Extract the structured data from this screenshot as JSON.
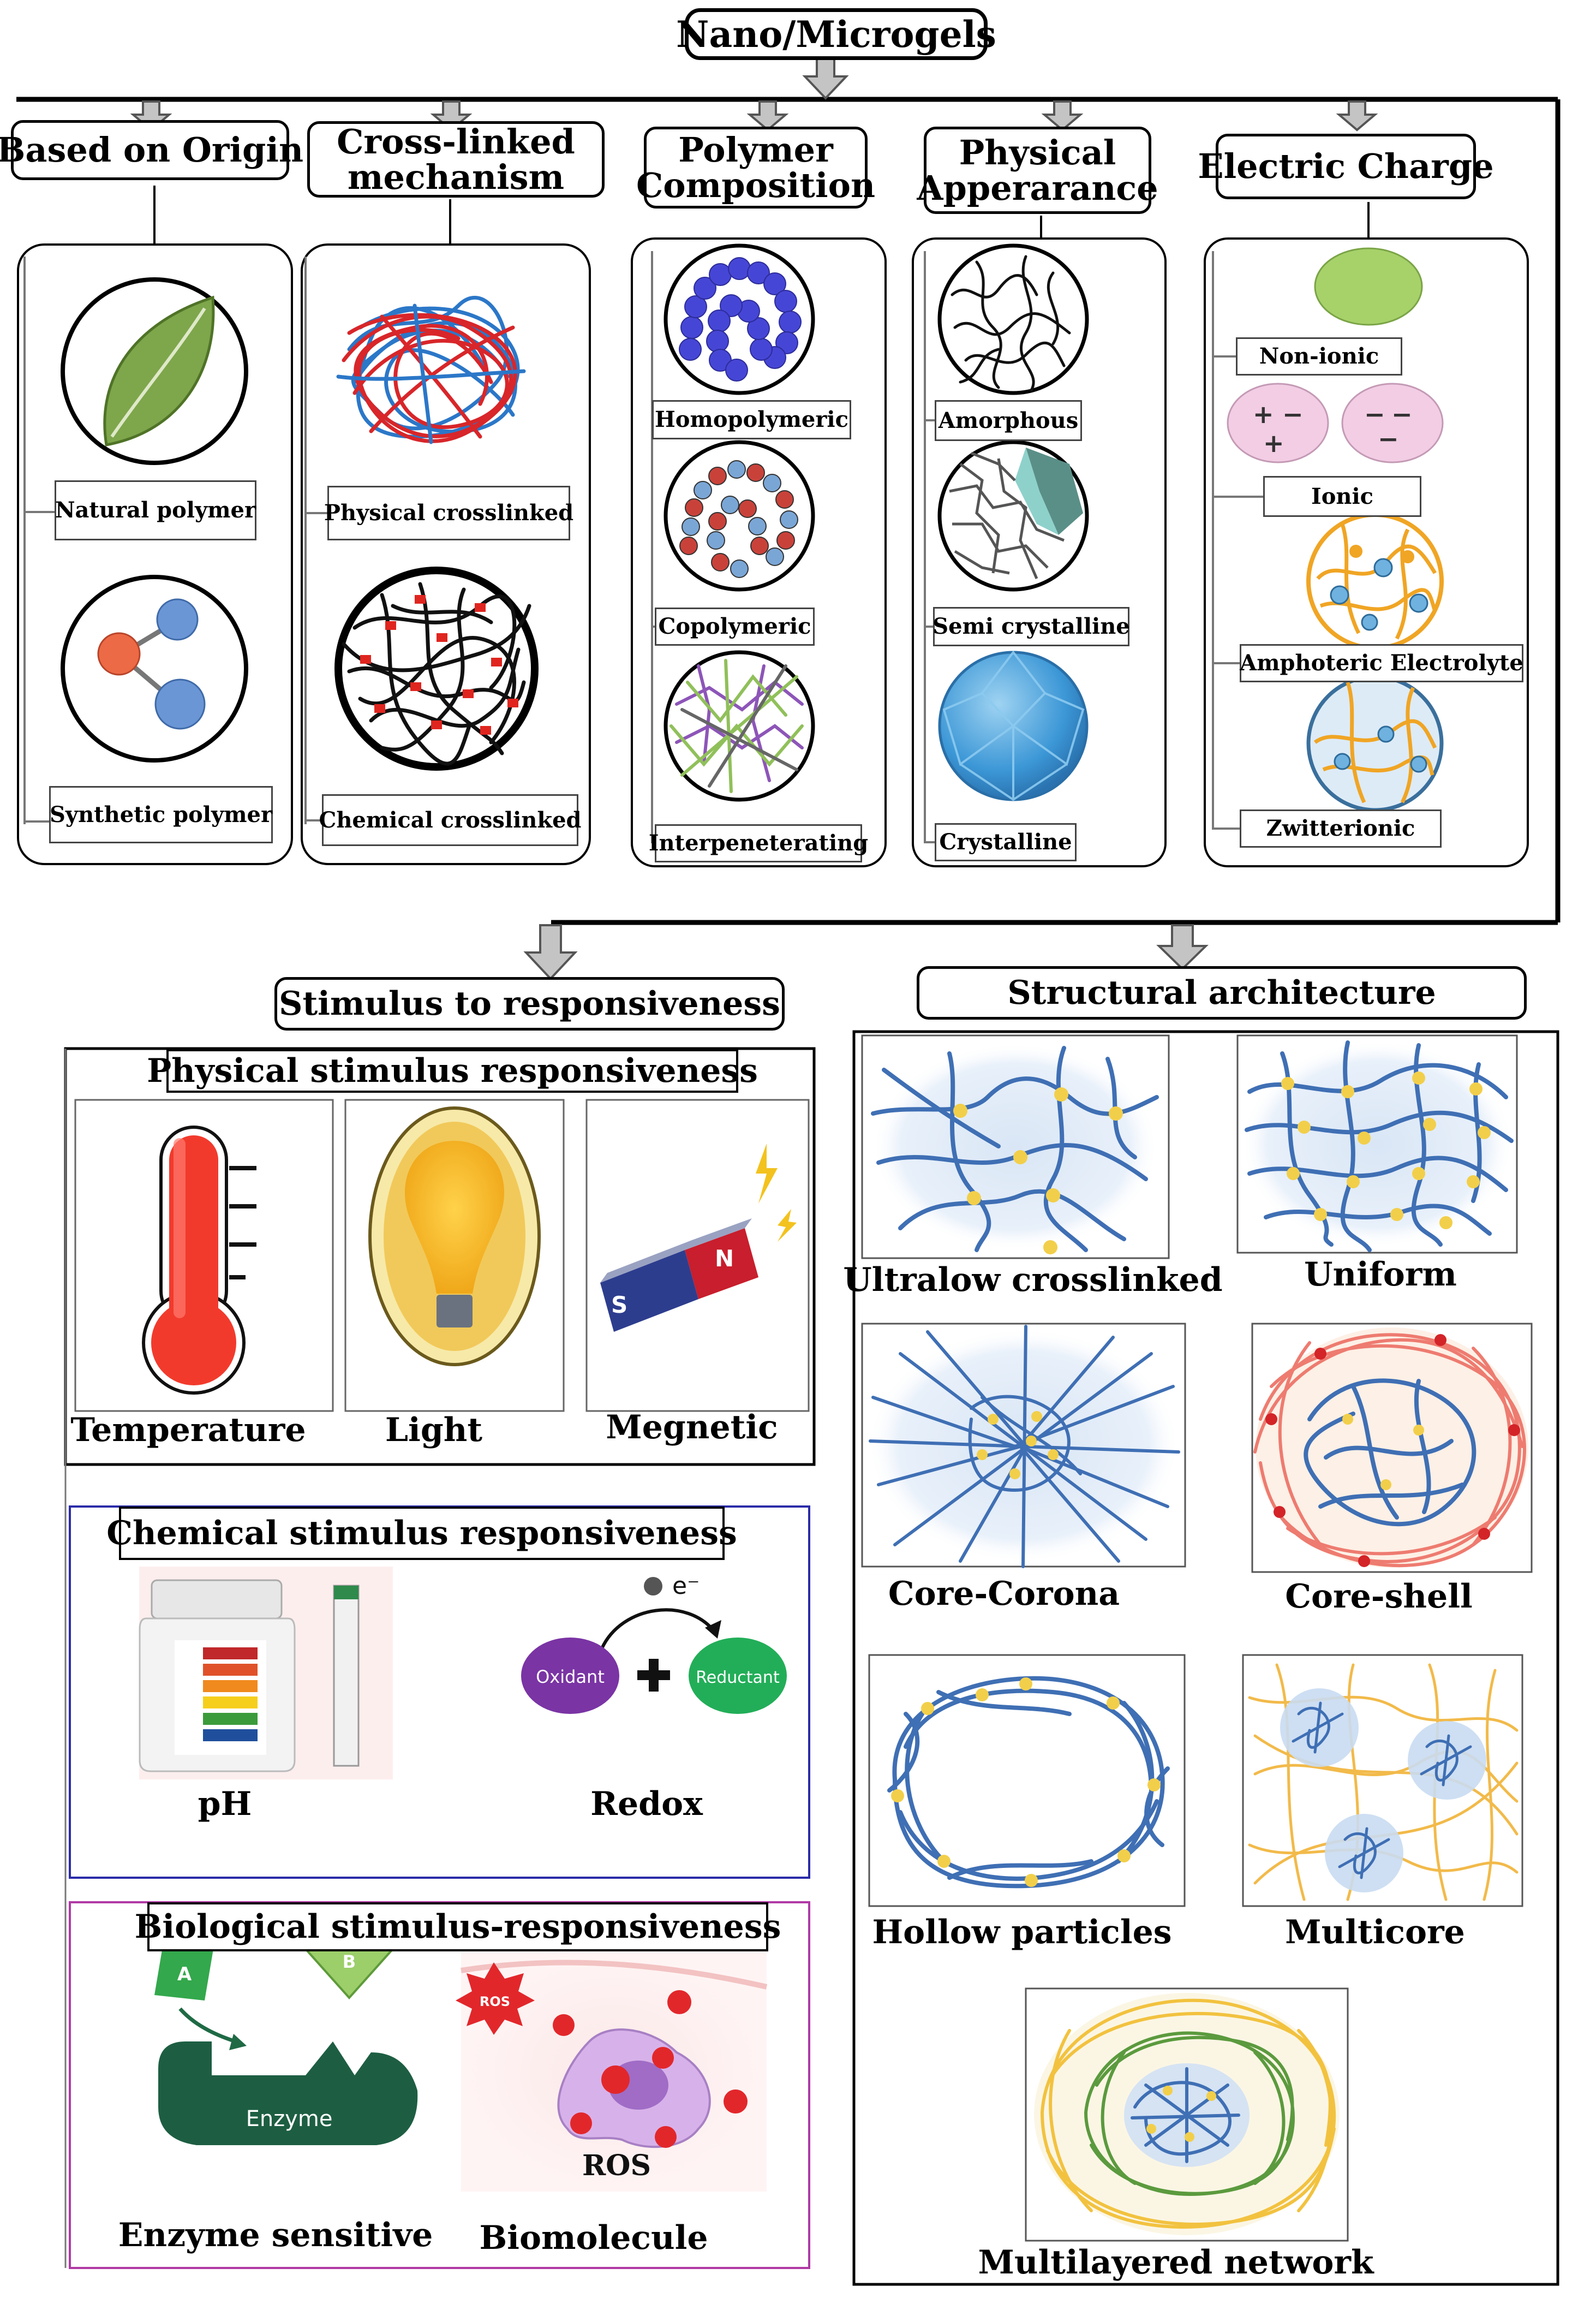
{
  "title": "Nano/Microgels",
  "classification": {
    "origin": {
      "header": "Based on Origin",
      "items": [
        "Natural polymer",
        "Synthetic polymer"
      ]
    },
    "crosslink": {
      "header": "Cross-linked mechanism",
      "items": [
        "Physical crosslinked",
        "Chemical crosslinked"
      ]
    },
    "composition": {
      "header": "Polymer Composition",
      "items": [
        "Homopolymeric",
        "Copolymeric",
        "Interpeneterating"
      ]
    },
    "appearance": {
      "header": "Physical Apperarance",
      "items": [
        "Amorphous",
        "Semi crystalline",
        "Crystalline"
      ]
    },
    "charge": {
      "header": "Electric Charge",
      "items": [
        "Non-ionic",
        "Ionic",
        "Amphoteric Electrolyte",
        "Zwitterionic"
      ]
    }
  },
  "stimulus": {
    "header": "Stimulus to responsiveness",
    "physical": {
      "title": "Physical stimulus responsiveness",
      "items": [
        "Temperature",
        "Light",
        "Megnetic"
      ]
    },
    "chemical": {
      "title": "Chemical stimulus responsiveness",
      "items": [
        "pH",
        "Redox"
      ],
      "oxidant": "Oxidant",
      "reductant": "Reductant",
      "electron": "e⁻"
    },
    "biological": {
      "title": "Biological stimulus-responsiveness",
      "items": [
        "Enzyme sensitive",
        "Biomolecule"
      ],
      "substrate_a": "A",
      "substrate_b": "B",
      "enzyme": "Enzyme",
      "ros": "ROS",
      "ros_small": "ROS"
    }
  },
  "structure": {
    "header": "Structural architecture",
    "items": [
      "Ultralow crosslinked",
      "Uniform",
      "Core-Corona",
      "Core-shell",
      "Hollow particles",
      "Multicore",
      "Multilayered network"
    ]
  },
  "colors": {
    "line": "#000000",
    "arrow": "#bdbdbd",
    "chemical_border": "#2b2ba8",
    "biological_border": "#b03aa6",
    "network_blue": "#3f6fb4",
    "junction_yellow": "#f2cf4a"
  }
}
